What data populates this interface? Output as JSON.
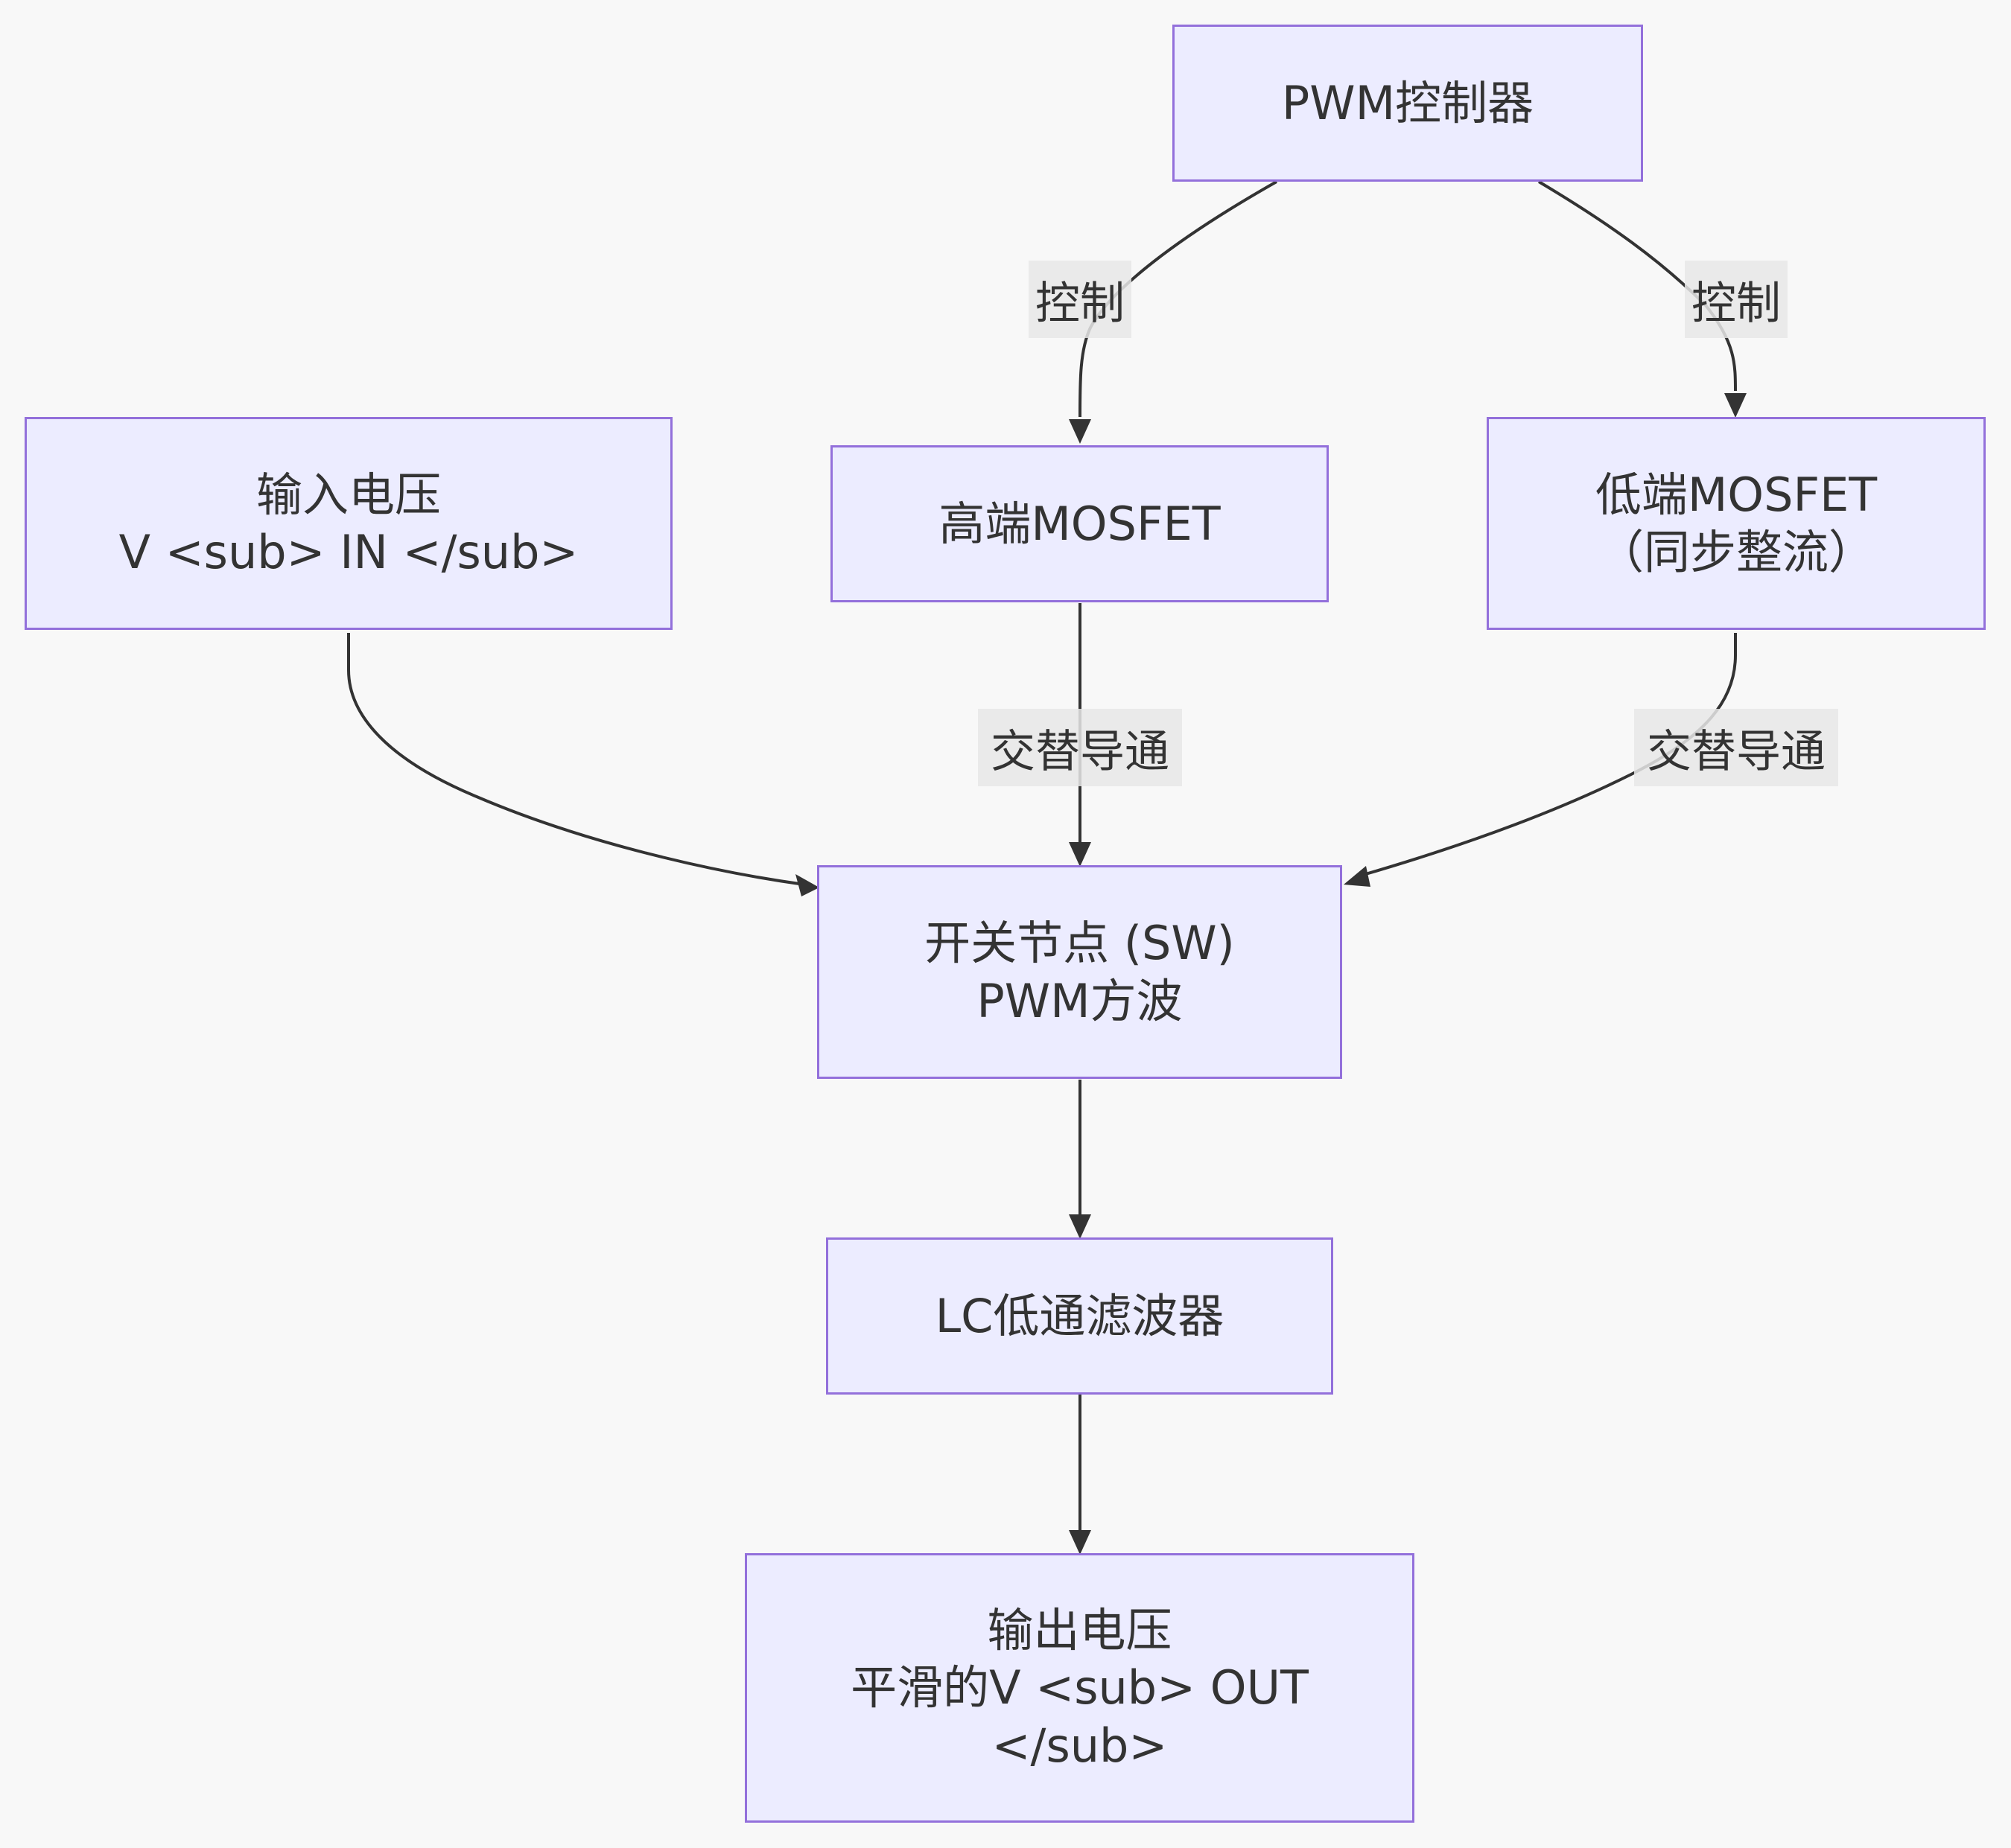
{
  "diagram": {
    "nodes": {
      "pwm": {
        "lines": [
          "PWM控制器"
        ]
      },
      "vin": {
        "lines": [
          "输入电压",
          "V <sub> IN </sub>"
        ]
      },
      "hs": {
        "lines": [
          "高端MOSFET"
        ]
      },
      "ls": {
        "lines": [
          "低端MOSFET",
          "（同步整流）"
        ]
      },
      "sw": {
        "lines": [
          "开关节点 (SW)",
          "PWM方波"
        ]
      },
      "lc": {
        "lines": [
          "LC低通滤波器"
        ]
      },
      "vout": {
        "lines": [
          "输出电压",
          "平滑的V <sub> OUT",
          "</sub>"
        ]
      }
    },
    "edge_labels": {
      "pwm_hs": "控制",
      "pwm_ls": "控制",
      "hs_sw": "交替导通",
      "ls_sw": "交替导通"
    },
    "colors": {
      "background": "#f8f8f8",
      "node_fill": "#ececff",
      "node_border": "#9370db",
      "edge": "#333333",
      "text": "#333333",
      "label_bg": "#e8e8e8"
    }
  }
}
